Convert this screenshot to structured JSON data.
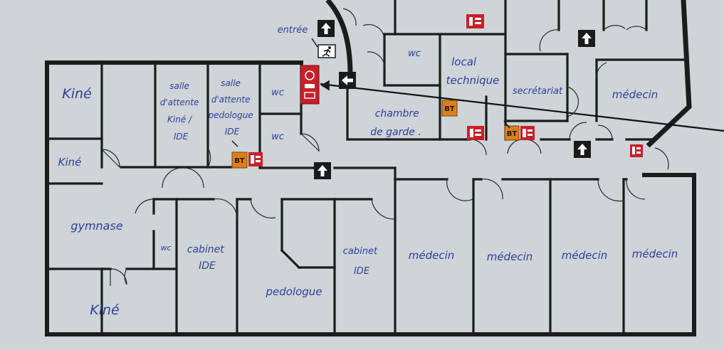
{
  "entrance_label": "entrée",
  "rooms": [
    {
      "id": "kine-1",
      "lines": [
        "Kiné"
      ]
    },
    {
      "id": "kine-2",
      "lines": [
        "Kiné"
      ]
    },
    {
      "id": "kine-3",
      "lines": [
        "Kiné"
      ]
    },
    {
      "id": "salle-attente-kine",
      "lines": [
        "salle",
        "d'attente",
        "Kiné /",
        "IDE"
      ]
    },
    {
      "id": "salle-attente-pedologue",
      "lines": [
        "salle",
        "d'attente",
        "pedologue",
        "IDE"
      ]
    },
    {
      "id": "wc-1",
      "lines": [
        "wc"
      ]
    },
    {
      "id": "wc-2",
      "lines": [
        "wc"
      ]
    },
    {
      "id": "wc-3",
      "lines": [
        "wc"
      ]
    },
    {
      "id": "wc-4",
      "lines": [
        "wc"
      ]
    },
    {
      "id": "gymnase",
      "lines": [
        "gymnase"
      ]
    },
    {
      "id": "cabinet-ide-1",
      "lines": [
        "cabinet",
        "IDE"
      ]
    },
    {
      "id": "cabinet-ide-2",
      "lines": [
        "cabinet",
        "IDE"
      ]
    },
    {
      "id": "pedologue",
      "lines": [
        "pedologue"
      ]
    },
    {
      "id": "medecin-1",
      "lines": [
        "médecin"
      ]
    },
    {
      "id": "medecin-2",
      "lines": [
        "médecin"
      ]
    },
    {
      "id": "medecin-3",
      "lines": [
        "médecin"
      ]
    },
    {
      "id": "medecin-4",
      "lines": [
        "médecin"
      ]
    },
    {
      "id": "medecin-5",
      "lines": [
        "médecin"
      ]
    },
    {
      "id": "chambre-de-garde",
      "lines": [
        "chambre",
        "de garde ."
      ]
    },
    {
      "id": "local-technique",
      "lines": [
        "local",
        "technique"
      ]
    },
    {
      "id": "secretariat",
      "lines": [
        "secrétariat"
      ]
    }
  ],
  "badge_text": "BT",
  "colors": {
    "paper": "#c9d0d3",
    "wall": "#1c1c1c",
    "handwriting": "#2f3f9a",
    "fire_red": "#c8202a",
    "bt_orange": "#d9801e",
    "sign_black": "#1a1a1a"
  }
}
